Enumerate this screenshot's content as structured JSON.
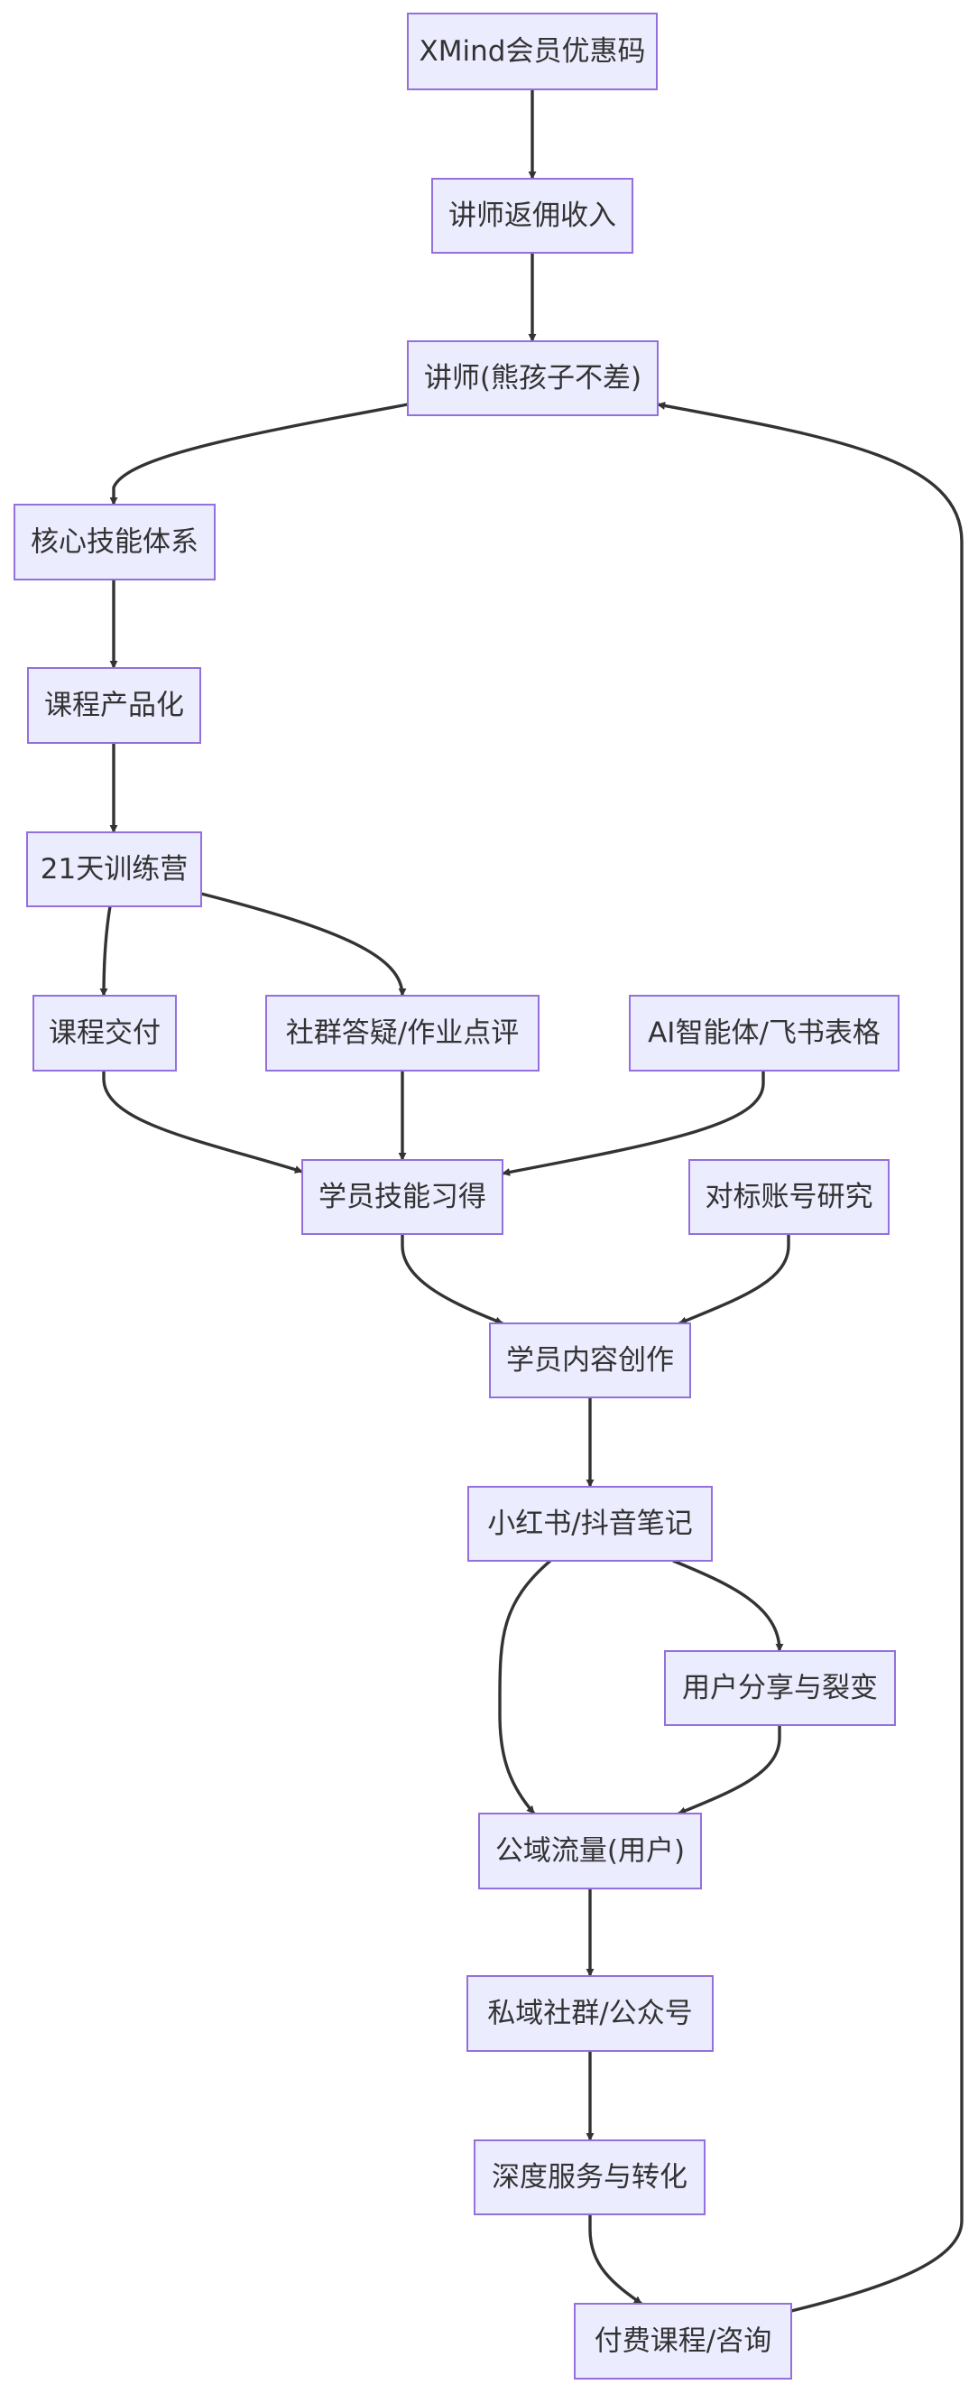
{
  "diagram": {
    "type": "flowchart",
    "direction": "top-down",
    "colors": {
      "node_fill": "#ececff",
      "node_stroke": "#9370db",
      "edge": "#333333",
      "text": "#333333"
    },
    "nodes": [
      {
        "id": "xmind",
        "label": "XMind会员优惠码"
      },
      {
        "id": "rebate",
        "label": "讲师返佣收入"
      },
      {
        "id": "lecturer",
        "label": "讲师(熊孩子不差)"
      },
      {
        "id": "skills",
        "label": "核心技能体系"
      },
      {
        "id": "productize",
        "label": "课程产品化"
      },
      {
        "id": "camp",
        "label": "21天训练营"
      },
      {
        "id": "delivery",
        "label": "课程交付"
      },
      {
        "id": "community",
        "label": "社群答疑/作业点评"
      },
      {
        "id": "ai",
        "label": "AI智能体/飞书表格"
      },
      {
        "id": "acquire",
        "label": "学员技能习得"
      },
      {
        "id": "benchmark",
        "label": "对标账号研究"
      },
      {
        "id": "create",
        "label": "学员内容创作"
      },
      {
        "id": "notes",
        "label": "小红书/抖音笔记"
      },
      {
        "id": "share",
        "label": "用户分享与裂变"
      },
      {
        "id": "public",
        "label": "公域流量(用户)"
      },
      {
        "id": "private",
        "label": "私域社群/公众号"
      },
      {
        "id": "service",
        "label": "深度服务与转化"
      },
      {
        "id": "paid",
        "label": "付费课程/咨询"
      }
    ],
    "edges": [
      {
        "from": "xmind",
        "to": "rebate"
      },
      {
        "from": "rebate",
        "to": "lecturer"
      },
      {
        "from": "lecturer",
        "to": "skills"
      },
      {
        "from": "skills",
        "to": "productize"
      },
      {
        "from": "productize",
        "to": "camp"
      },
      {
        "from": "camp",
        "to": "delivery"
      },
      {
        "from": "camp",
        "to": "community"
      },
      {
        "from": "delivery",
        "to": "acquire"
      },
      {
        "from": "community",
        "to": "acquire"
      },
      {
        "from": "ai",
        "to": "acquire"
      },
      {
        "from": "acquire",
        "to": "create"
      },
      {
        "from": "benchmark",
        "to": "create"
      },
      {
        "from": "create",
        "to": "notes"
      },
      {
        "from": "notes",
        "to": "public"
      },
      {
        "from": "notes",
        "to": "share"
      },
      {
        "from": "share",
        "to": "public"
      },
      {
        "from": "public",
        "to": "private"
      },
      {
        "from": "private",
        "to": "service"
      },
      {
        "from": "service",
        "to": "paid"
      },
      {
        "from": "paid",
        "to": "lecturer"
      }
    ]
  }
}
